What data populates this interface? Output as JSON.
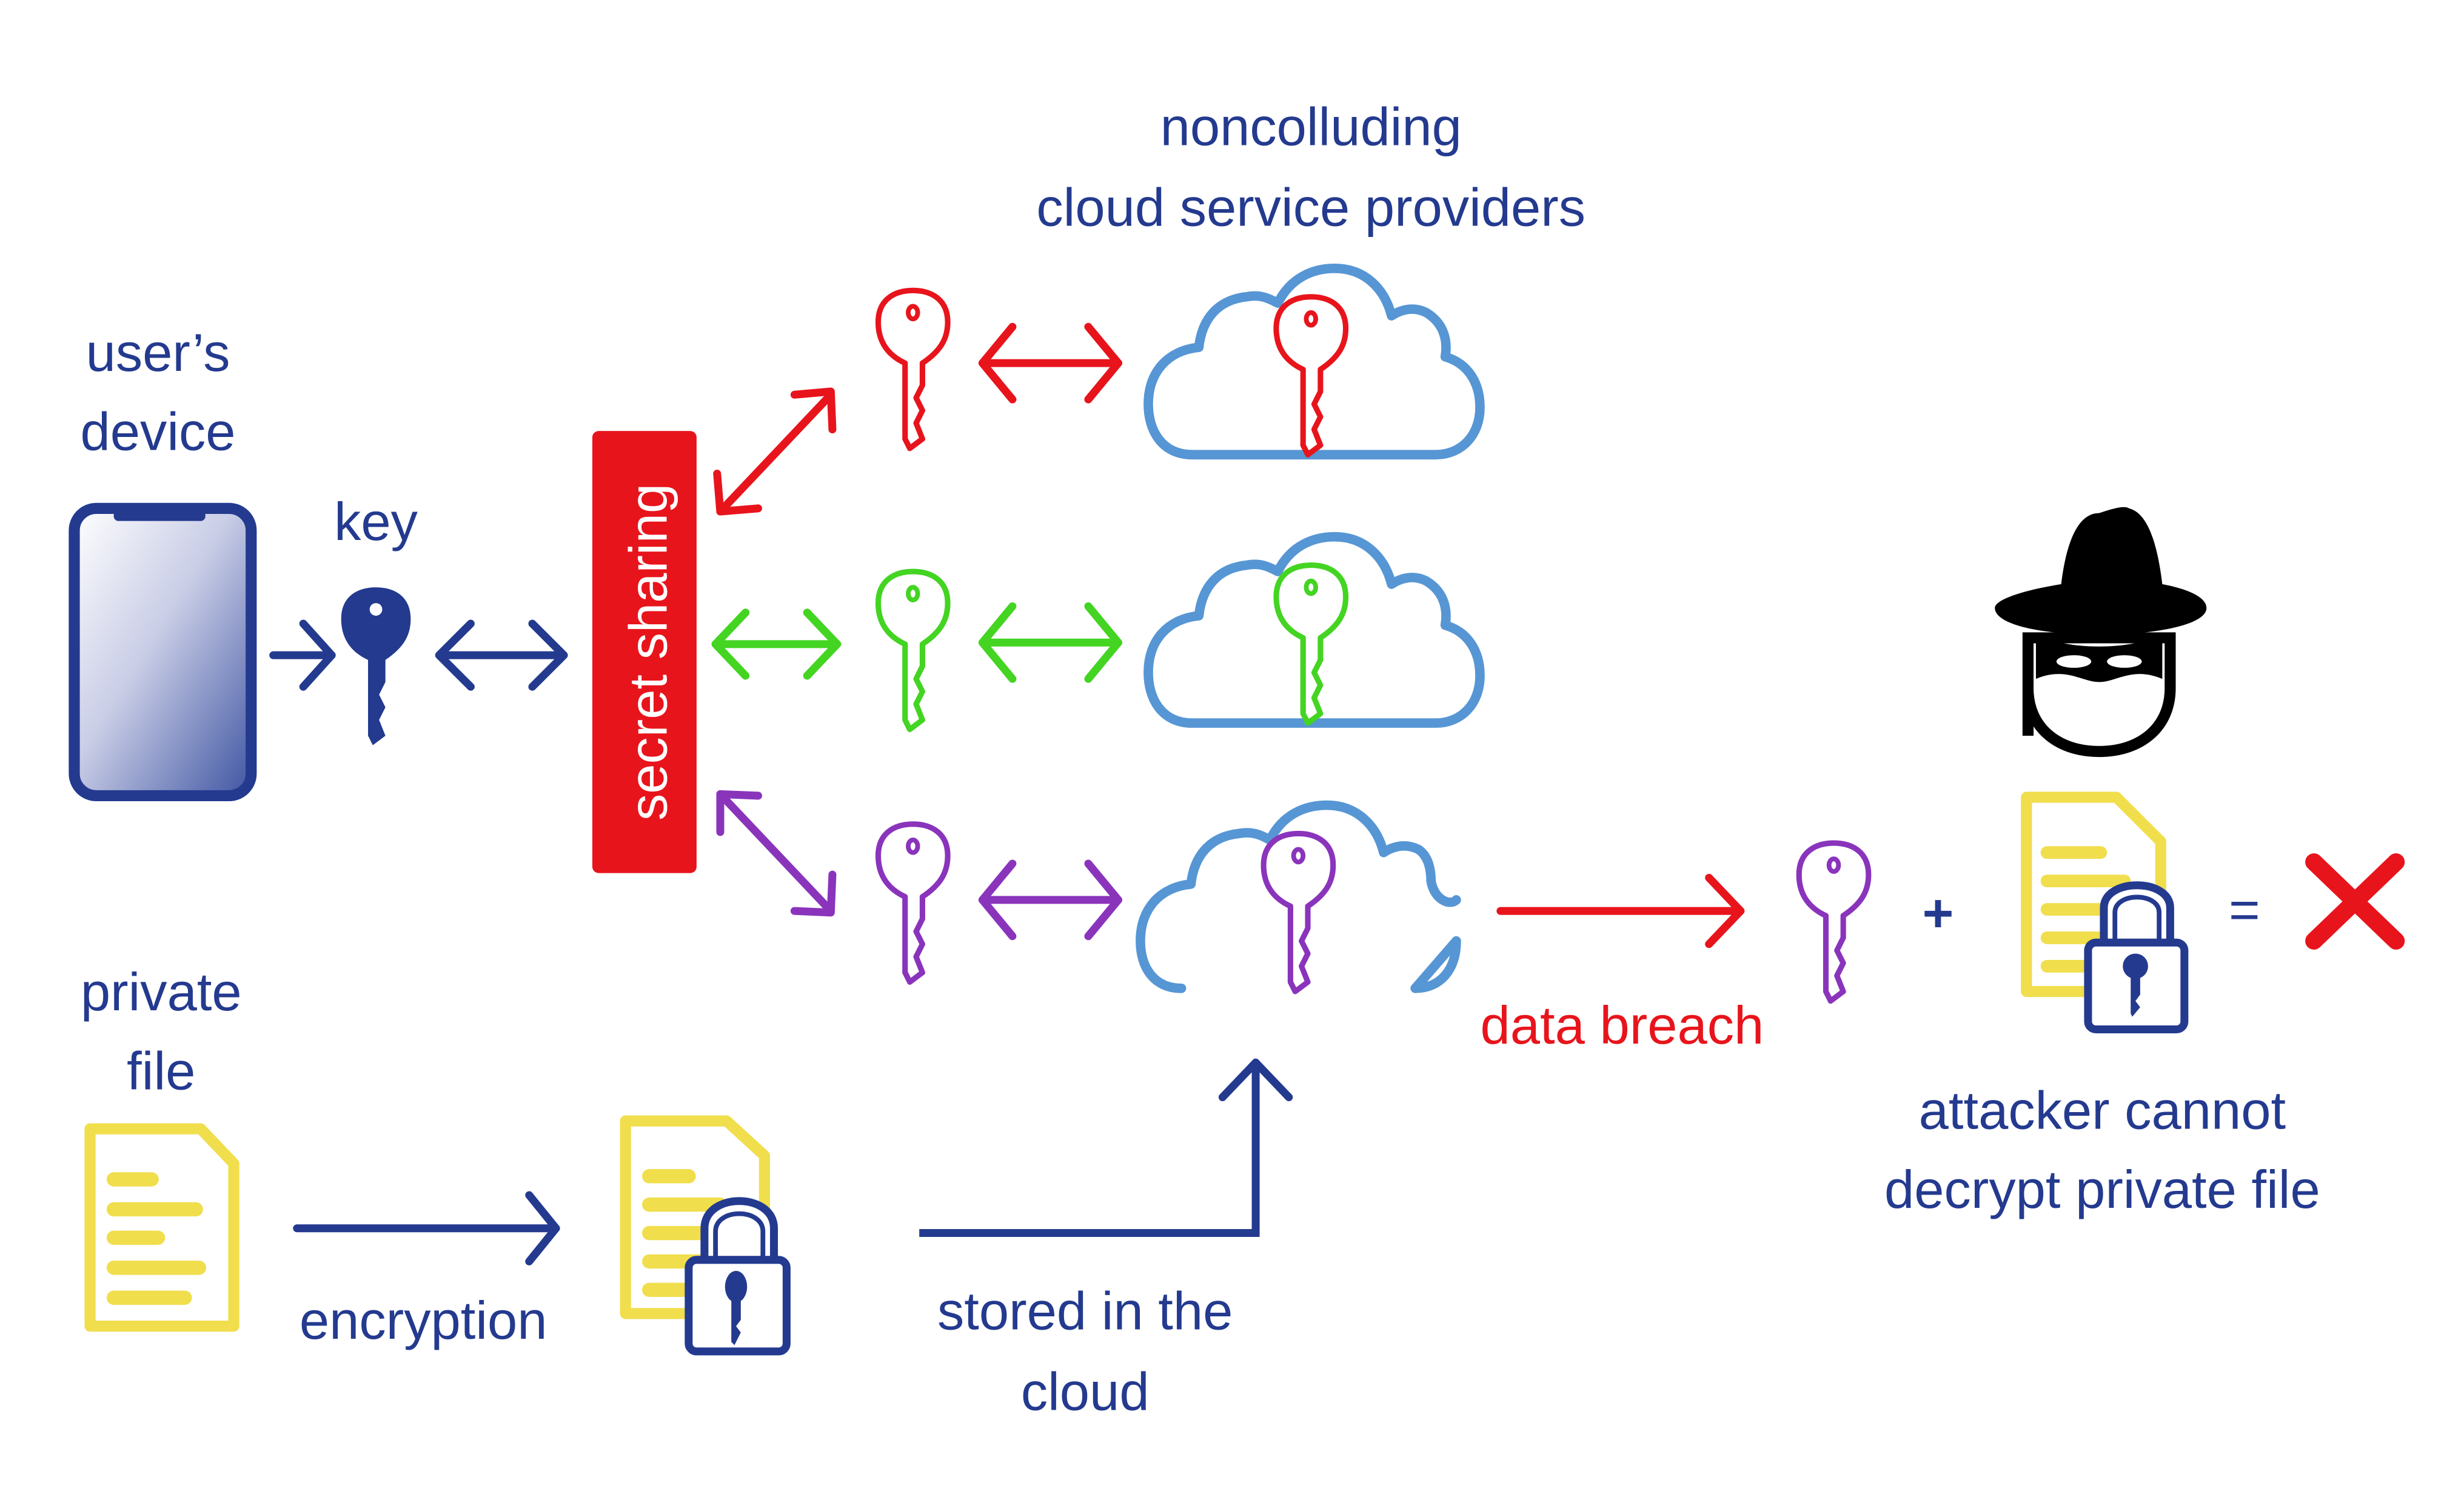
{
  "colors": {
    "navy": "#243a8f",
    "red": "#e8141c",
    "green": "#44d422",
    "purple": "#8a34bc",
    "cloud": "#5796d4",
    "file_yellow": "#f0de4c",
    "black": "#000000"
  },
  "labels": {
    "users_device": [
      "user’s",
      "device"
    ],
    "key": "key",
    "secret_sharing": "secret sharing",
    "providers": [
      "noncolluding",
      "cloud service providers"
    ],
    "private_file": [
      "private",
      "file"
    ],
    "encryption": "encryption",
    "stored_in_cloud": [
      "stored in the",
      "cloud"
    ],
    "data_breach": "data breach",
    "attacker_result": [
      "attacker cannot",
      "decrypt private file"
    ],
    "plus": "+",
    "equals": "="
  },
  "icons": {
    "device": "smartphone-icon",
    "user_key": "key-icon",
    "share_keys": [
      "red-key-icon",
      "green-key-icon",
      "purple-key-icon"
    ],
    "clouds": [
      "cloud-with-red-key-icon",
      "cloud-with-green-key-icon",
      "cloud-with-purple-key-icon"
    ],
    "file": "document-icon",
    "encrypted_file": "locked-document-icon",
    "attacker": "masked-attacker-icon",
    "result": "red-x-icon"
  }
}
